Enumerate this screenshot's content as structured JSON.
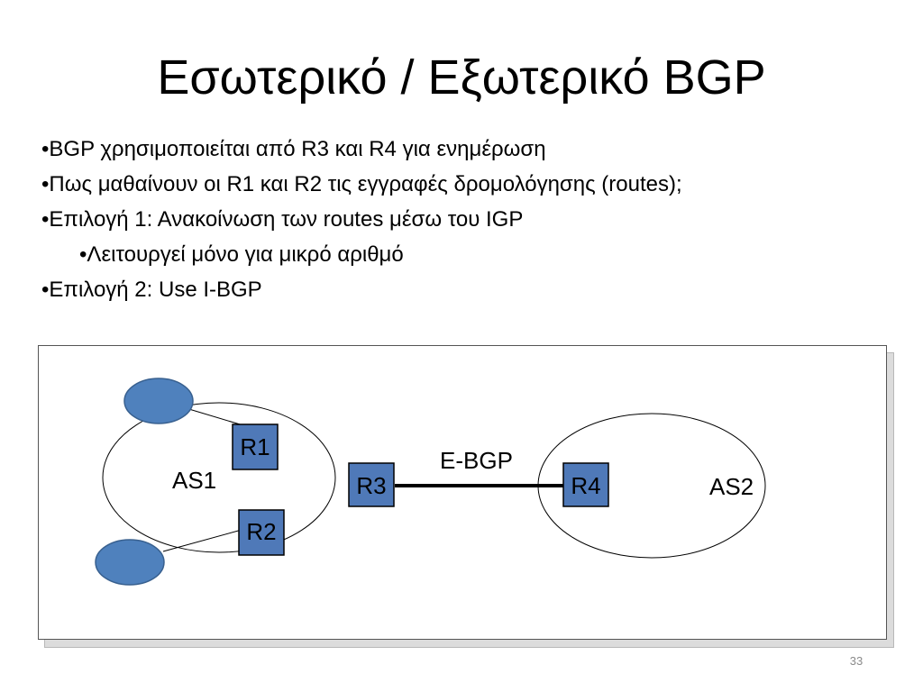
{
  "slide": {
    "title": "Εσωτερικό  / Εξωτερικό BGP",
    "bullets": [
      {
        "text": "BGP χρησιμοποιείται από R3 και R4 για ενημέρωση",
        "level": 1
      },
      {
        "text": "Πως μαθαίνουν οι R1 και R2 τις εγγραφές δρομολόγησης (routes);",
        "level": 1
      },
      {
        "text": "Επιλογή 1:  Ανακοίνωση των routes μέσω του IGP",
        "level": 1
      },
      {
        "text": "Λειτουργεί μόνο για μικρό αριθμό",
        "level": 2
      },
      {
        "text": "Επιλογή 2: Use I-BGP",
        "level": 1
      }
    ],
    "page_number": "33"
  },
  "diagram": {
    "as1_label": "AS1",
    "as2_label": "AS2",
    "link_label": "E-BGP",
    "routers": {
      "r1": "R1",
      "r2": "R2",
      "r3": "R3",
      "r4": "R4"
    },
    "colors": {
      "router_fill": "#4f79b8",
      "host_fill": "#4f81bd",
      "outline": "#000000"
    }
  }
}
